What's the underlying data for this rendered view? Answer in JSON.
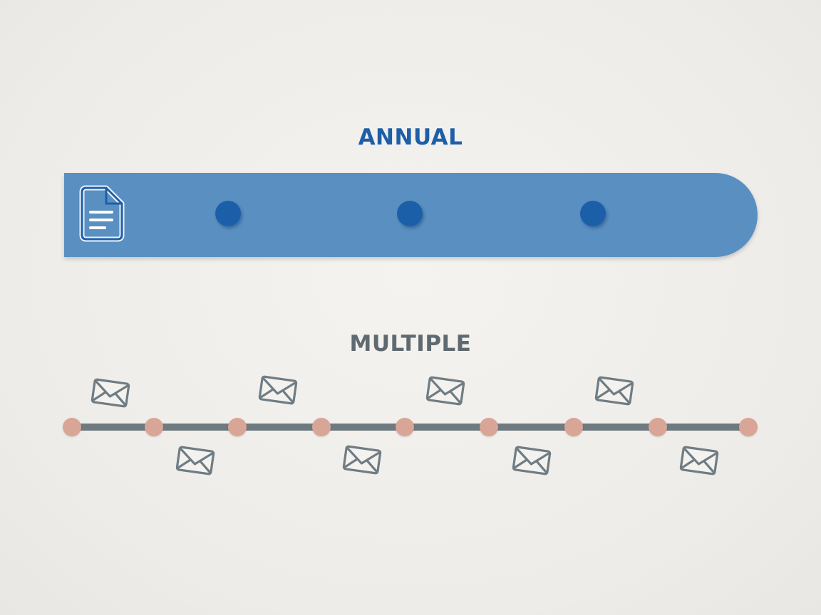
{
  "annual": {
    "label": "ANNUAL",
    "event_count": 3,
    "icon": "document-icon"
  },
  "multiple": {
    "label": "MULTIPLE",
    "node_count": 9,
    "icon": "envelope-icon"
  },
  "colors": {
    "annual_label": "#1d5ea8",
    "annual_bar": "#5a8fc2",
    "annual_dot": "#1f5fa9",
    "multiple_label": "#5f6a70",
    "timeline_line": "#6f7a80",
    "timeline_node": "#d8a596",
    "envelope_stroke": "#6f7c84"
  }
}
